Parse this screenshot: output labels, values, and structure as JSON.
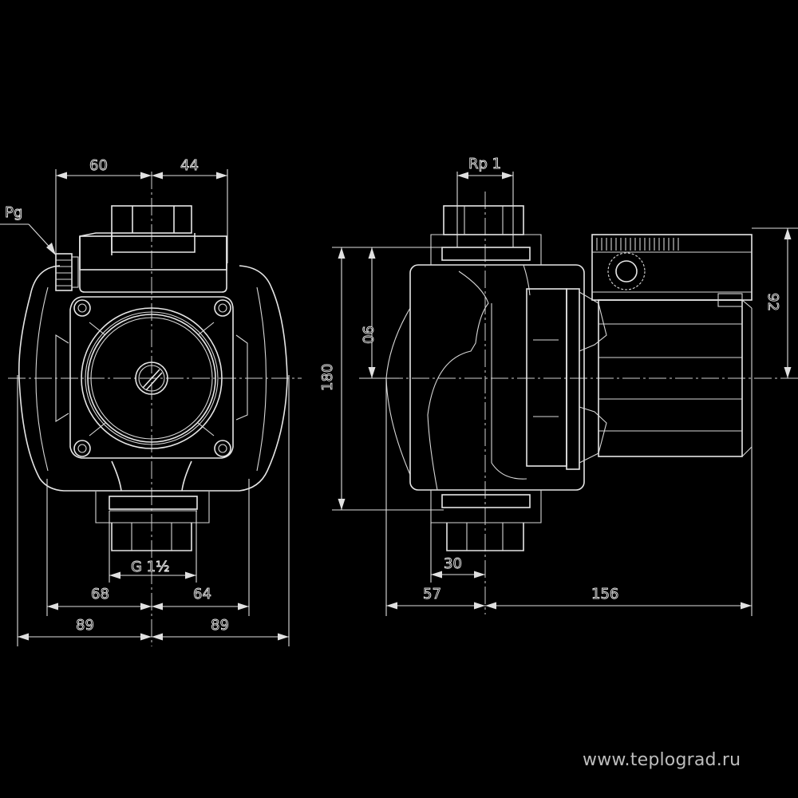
{
  "drawing": {
    "subject": "Circulation pump dimensional drawing",
    "views": [
      "front-view",
      "side-view"
    ]
  },
  "front_view": {
    "dims": {
      "top_left": "60",
      "top_right": "44",
      "pg_label": "Pg",
      "thread": "G 1½",
      "mid_left": "68",
      "mid_right": "64",
      "bottom_left": "89",
      "bottom_right": "89"
    }
  },
  "side_view": {
    "dims": {
      "thread": "Rp 1",
      "height_total": "180",
      "height_half": "90",
      "motor_height": "92",
      "port_offset": "30",
      "left_length": "57",
      "right_length": "156"
    }
  },
  "watermark": "www.teplograd.ru",
  "colors": {
    "background": "#000000",
    "lines": "#e6e6e6"
  }
}
